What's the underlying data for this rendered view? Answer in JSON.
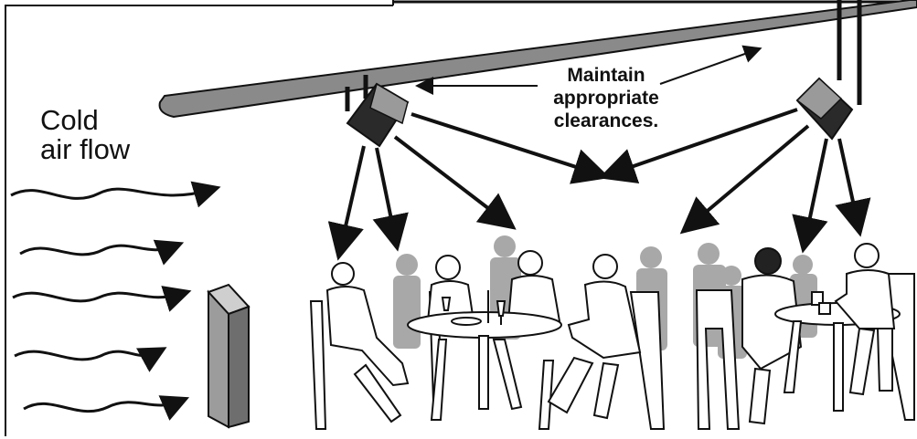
{
  "labels": {
    "cold_air_line1": "Cold",
    "cold_air_line2": "air flow",
    "clearance_line1": "Maintain",
    "clearance_line2": "appropriate",
    "clearance_line3": "clearances."
  },
  "colors": {
    "line": "#111111",
    "ceiling_fill": "#8a8a8a",
    "heater_body": "#2a2a2a",
    "heater_face": "#9a9a9a",
    "silhouette": "#a8a8a8",
    "pillar_front": "#9c9c9c",
    "pillar_side": "#6e6e6e",
    "background": "#ffffff"
  }
}
